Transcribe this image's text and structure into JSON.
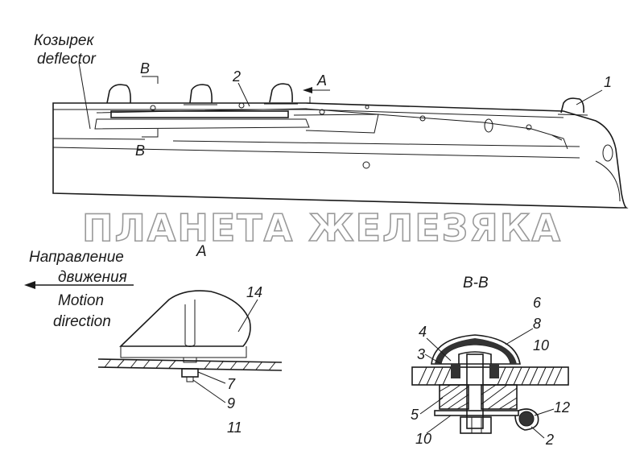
{
  "labels": {
    "deflector_ru": "Козырек",
    "deflector_en": "deflector",
    "section_b_top": "B",
    "section_b_bottom": "B",
    "arrow_a": "A",
    "view_a": "A",
    "section_bb": "B-B",
    "direction_ru_1": "Направление",
    "direction_ru_2": "движения",
    "direction_en_1": "Motion",
    "direction_en_2": "direction"
  },
  "watermark": "ПЛАНЕТА ЖЕЛЕЗЯКА",
  "callouts": {
    "top_1": "1",
    "top_2": "2",
    "a_14": "14",
    "a_7": "7",
    "a_9": "9",
    "a_11": "11",
    "b_6": "6",
    "b_8": "8",
    "b_10a": "10",
    "b_4": "4",
    "b_3": "3",
    "b_5": "5",
    "b_10b": "10",
    "b_12": "12",
    "b_2": "2"
  }
}
